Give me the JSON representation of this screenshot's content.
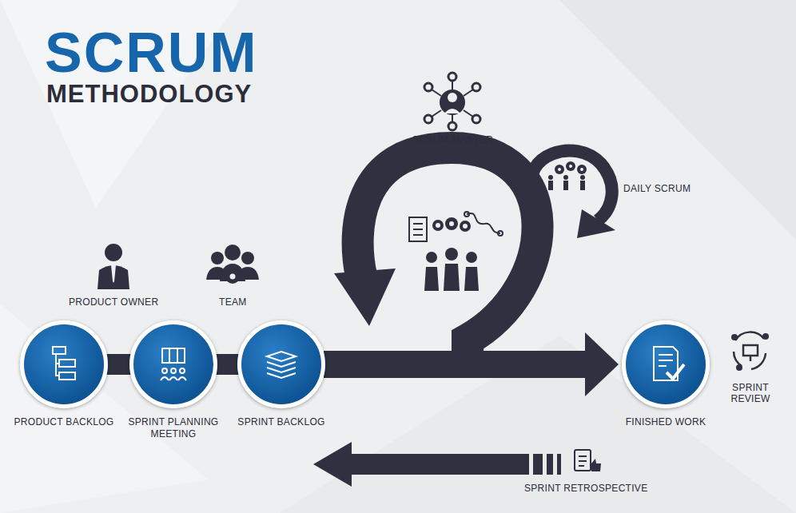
{
  "diagram": {
    "title": "SCRUM",
    "nodes": [
      {
        "text": [
          "PRODUCT BACKLOG"
        ]
      },
      {
        "text": [
          "SPRINT PLANNING MEETING"
        ]
      },
      {
        "text": [
          "SPRINT BACKLOG"
        ]
      },
      {
        "text": [
          "FINISHED WORK"
        ]
      }
    ],
    "edges": [
      {
        "from": 0,
        "to": 1,
        "arrow": "none"
      },
      {
        "from": 1,
        "to": 2,
        "arrow": "none"
      },
      {
        "from": 2,
        "to": 3,
        "arrow": "to"
      }
    ],
    "labels": [
      "METHODOLOGY",
      "SCRUM MASTER",
      "DAILY SCRUM",
      "PRODUCT OWNER",
      "TEAM",
      "SPRINT REVIEW",
      "SPRINT RETROSPECTIVE"
    ]
  }
}
